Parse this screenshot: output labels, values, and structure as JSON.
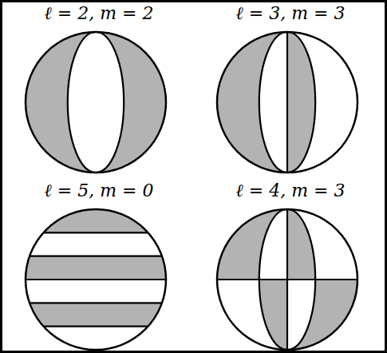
{
  "diagram": {
    "nodes": [
      {
        "text": [
          "ℓ = 2, m = 2"
        ]
      },
      {
        "text": [
          "ℓ = 3, m = 3"
        ]
      },
      {
        "text": [
          "ℓ = 5, m = 0"
        ]
      },
      {
        "text": [
          "ℓ = 4, m = 3"
        ]
      }
    ]
  }
}
